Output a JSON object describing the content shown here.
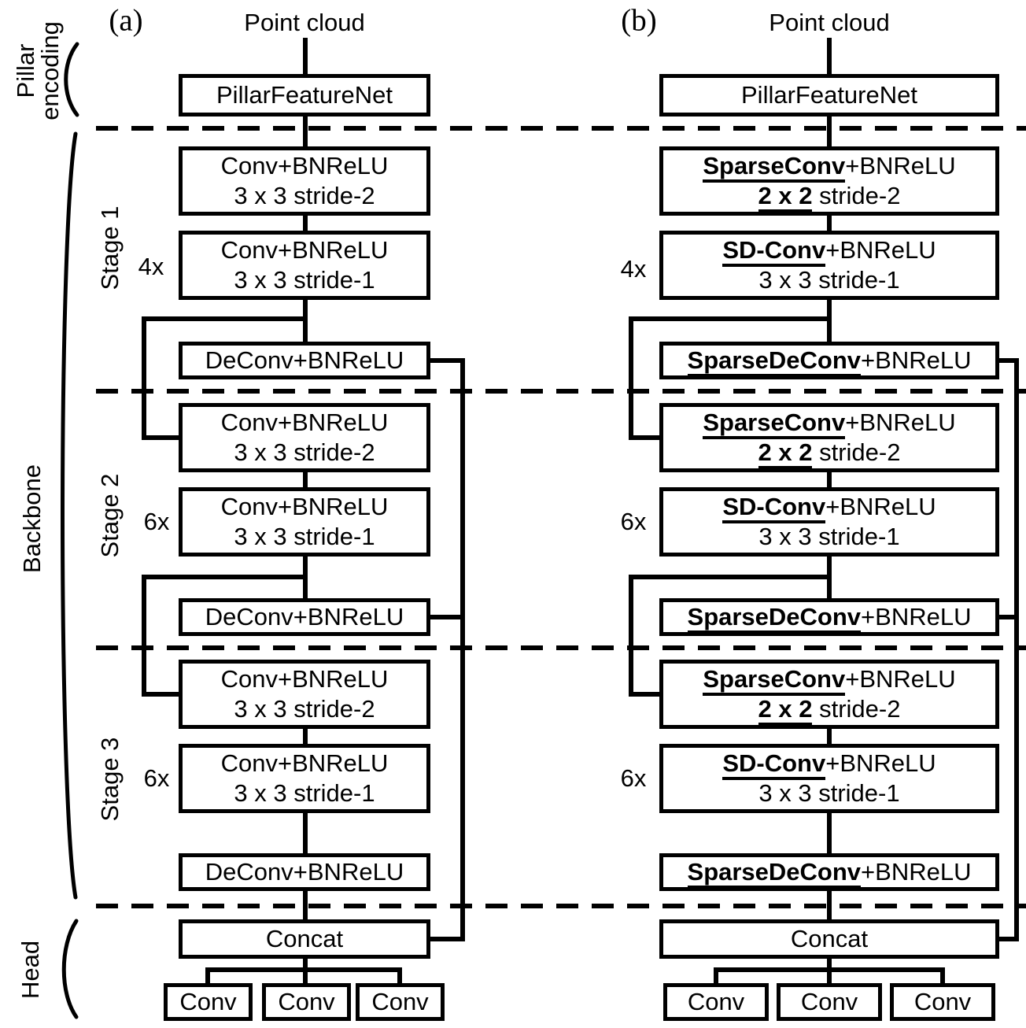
{
  "figure": {
    "background": "#ffffff",
    "ink": "#000000"
  },
  "side_labels": {
    "pillar_encoding": {
      "line1": "Pillar",
      "line2": "encoding"
    },
    "backbone": "Backbone",
    "head": "Head",
    "stage1": "Stage 1",
    "stage2": "Stage 2",
    "stage3": "Stage 3"
  },
  "panel_a": {
    "tag": "(a)",
    "input": "Point cloud",
    "pillar_feature_net": "PillarFeatureNet",
    "stage1": {
      "multiplier": "4x",
      "down_conv": {
        "line1": "Conv+BNReLU",
        "line2": "3 x 3 stride-2"
      },
      "res_conv": {
        "line1": "Conv+BNReLU",
        "line2": "3 x 3 stride-1"
      },
      "deconv": "DeConv+BNReLU"
    },
    "stage2": {
      "multiplier": "6x",
      "down_conv": {
        "line1": "Conv+BNReLU",
        "line2": "3 x 3 stride-2"
      },
      "res_conv": {
        "line1": "Conv+BNReLU",
        "line2": "3 x 3 stride-1"
      },
      "deconv": "DeConv+BNReLU"
    },
    "stage3": {
      "multiplier": "6x",
      "down_conv": {
        "line1": "Conv+BNReLU",
        "line2": "3 x 3 stride-2"
      },
      "res_conv": {
        "line1": "Conv+BNReLU",
        "line2": "3 x 3 stride-1"
      },
      "deconv": "DeConv+BNReLU"
    },
    "concat": "Concat",
    "head_convs": [
      "Conv",
      "Conv",
      "Conv"
    ]
  },
  "panel_b": {
    "tag": "(b)",
    "input": "Point cloud",
    "pillar_feature_net": "PillarFeatureNet",
    "stage1": {
      "multiplier": "4x",
      "down_conv": {
        "line1_emph": "SparseConv",
        "line1_rest": "+BNReLU",
        "line2_emph": "2 x 2",
        "line2_rest": " stride-2"
      },
      "res_conv": {
        "line1_emph": "SD-Conv",
        "line1_rest": "+BNReLU",
        "line2": "3 x 3 stride-1"
      },
      "deconv": {
        "emph": "SparseDeConv",
        "rest": "+BNReLU"
      }
    },
    "stage2": {
      "multiplier": "6x",
      "down_conv": {
        "line1_emph": "SparseConv",
        "line1_rest": "+BNReLU",
        "line2_emph": "2 x 2",
        "line2_rest": " stride-2"
      },
      "res_conv": {
        "line1_emph": "SD-Conv",
        "line1_rest": "+BNReLU",
        "line2": "3 x 3 stride-1"
      },
      "deconv": {
        "emph": "SparseDeConv",
        "rest": "+BNReLU"
      }
    },
    "stage3": {
      "multiplier": "6x",
      "down_conv": {
        "line1_emph": "SparseConv",
        "line1_rest": "+BNReLU",
        "line2_emph": "2 x 2",
        "line2_rest": " stride-2"
      },
      "res_conv": {
        "line1_emph": "SD-Conv",
        "line1_rest": "+BNReLU",
        "line2": "3 x 3 stride-1"
      },
      "deconv": {
        "emph": "SparseDeConv",
        "rest": "+BNReLU"
      }
    },
    "concat": "Concat",
    "head_convs": [
      "Conv",
      "Conv",
      "Conv"
    ]
  }
}
